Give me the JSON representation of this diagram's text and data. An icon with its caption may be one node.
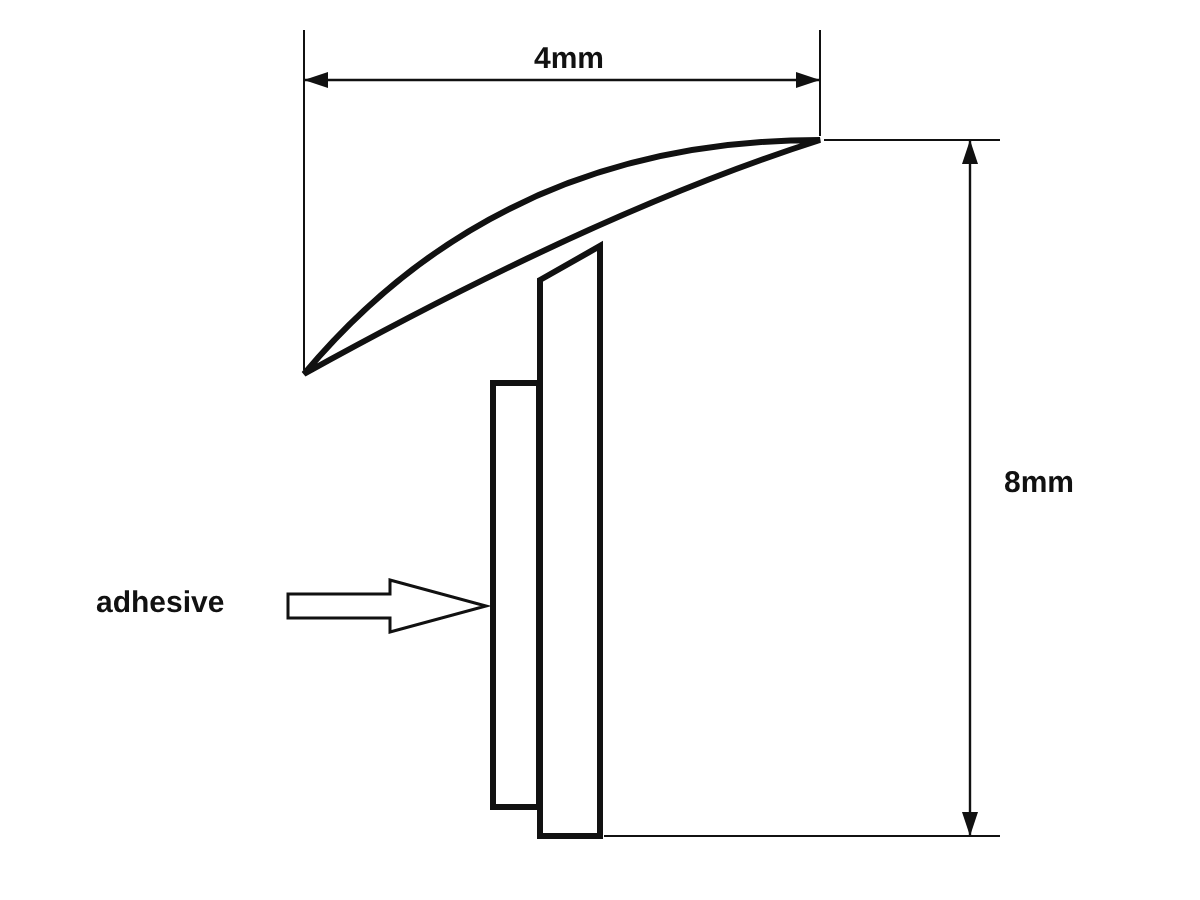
{
  "diagram": {
    "nodes": [
      {
        "text": [
          "adhesive"
        ]
      },
      {
        "text": [],
        "shape": "bar"
      }
    ],
    "edges": [
      {
        "from": 0,
        "to": 1,
        "arrow": "to"
      }
    ],
    "labels": [
      "4mm",
      "8mm"
    ]
  }
}
